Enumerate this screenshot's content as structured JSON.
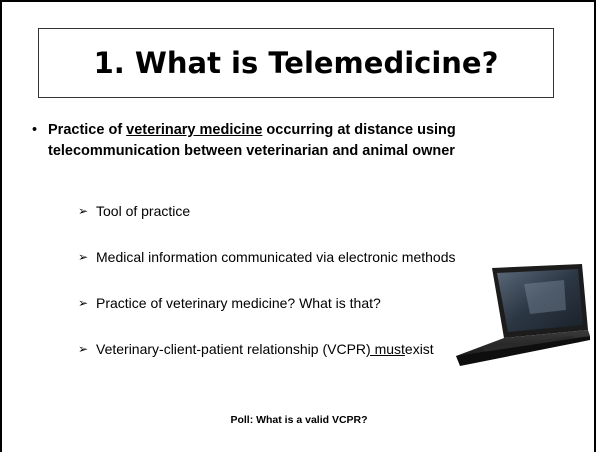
{
  "slide": {
    "title": "1. What is Telemedicine?",
    "main_bullet": {
      "marker": "•",
      "prefix": "Practice of ",
      "underlined": "veterinary medicine",
      "suffix": " occurring at distance using telecommunication between veterinarian and animal owner"
    },
    "sub_items": [
      {
        "text": "Tool of practice"
      },
      {
        "text": "Medical information communicated via electronic methods"
      },
      {
        "text": "Practice of veterinary medicine? What is that?"
      },
      {
        "text_before": "Veterinary-client-patient relationship (VCPR",
        "text_underlined": ") must",
        "text_after": " exist"
      }
    ],
    "arrow_glyph": "➢",
    "poll": "Poll: What is a valid VCPR?",
    "image": {
      "icon": "laptop-icon",
      "screen_color": "#3a4a5c"
    }
  }
}
